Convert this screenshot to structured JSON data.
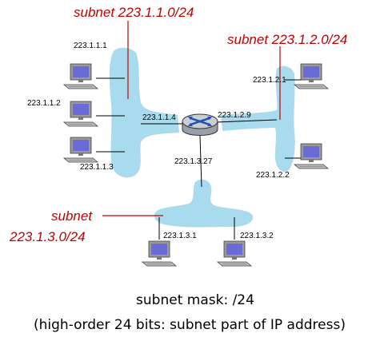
{
  "subnets": {
    "s1": {
      "label": "subnet 223.1.1.0/24"
    },
    "s2": {
      "label": "subnet 223.1.2.0/24"
    },
    "s3": {
      "label_line1": "subnet",
      "label_line2": "223.1.3.0/24"
    }
  },
  "hosts": {
    "h1": "223.1.1.1",
    "h2": "223.1.1.2",
    "h3": "223.1.1.3",
    "h4": "223.1.2.1",
    "h5": "223.1.2.2",
    "h6": "223.1.3.1",
    "h7": "223.1.3.2"
  },
  "router": {
    "if1": "223.1.1.4",
    "if2": "223.1.2.9",
    "if3": "223.1.3.27"
  },
  "caption": {
    "line1": "subnet mask: /24",
    "line2": "(high-order 24 bits: subnet part of IP address)"
  }
}
